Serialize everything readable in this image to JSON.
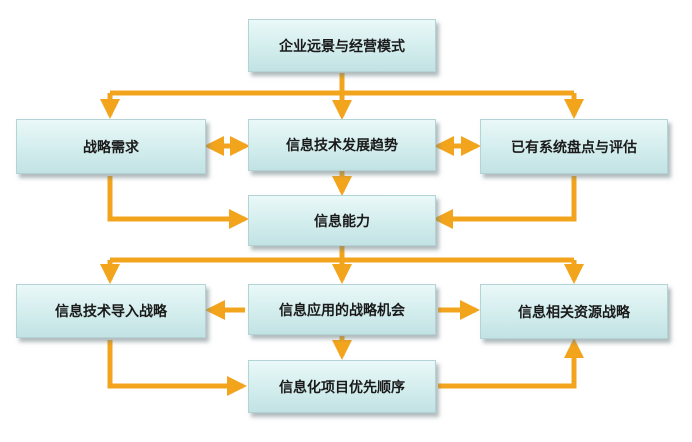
{
  "diagram": {
    "top": "企业远景与经营模式",
    "strategy_needs": "战略需求",
    "it_trends": "信息技术发展趋势",
    "system_inventory": "已有系统盘点与评估",
    "info_capability": "信息能力",
    "it_import_strategy": "信息技术导入战略",
    "app_strategy_opportunity": "信息应用的战略机会",
    "resource_strategy": "信息相关资源战略",
    "project_priority": "信息化项目优先顺序"
  },
  "colors": {
    "arrow": "#f2a51c",
    "box_fill": "#d3eded",
    "box_border": "#b4d3d6",
    "text": "#1a1a1a"
  }
}
